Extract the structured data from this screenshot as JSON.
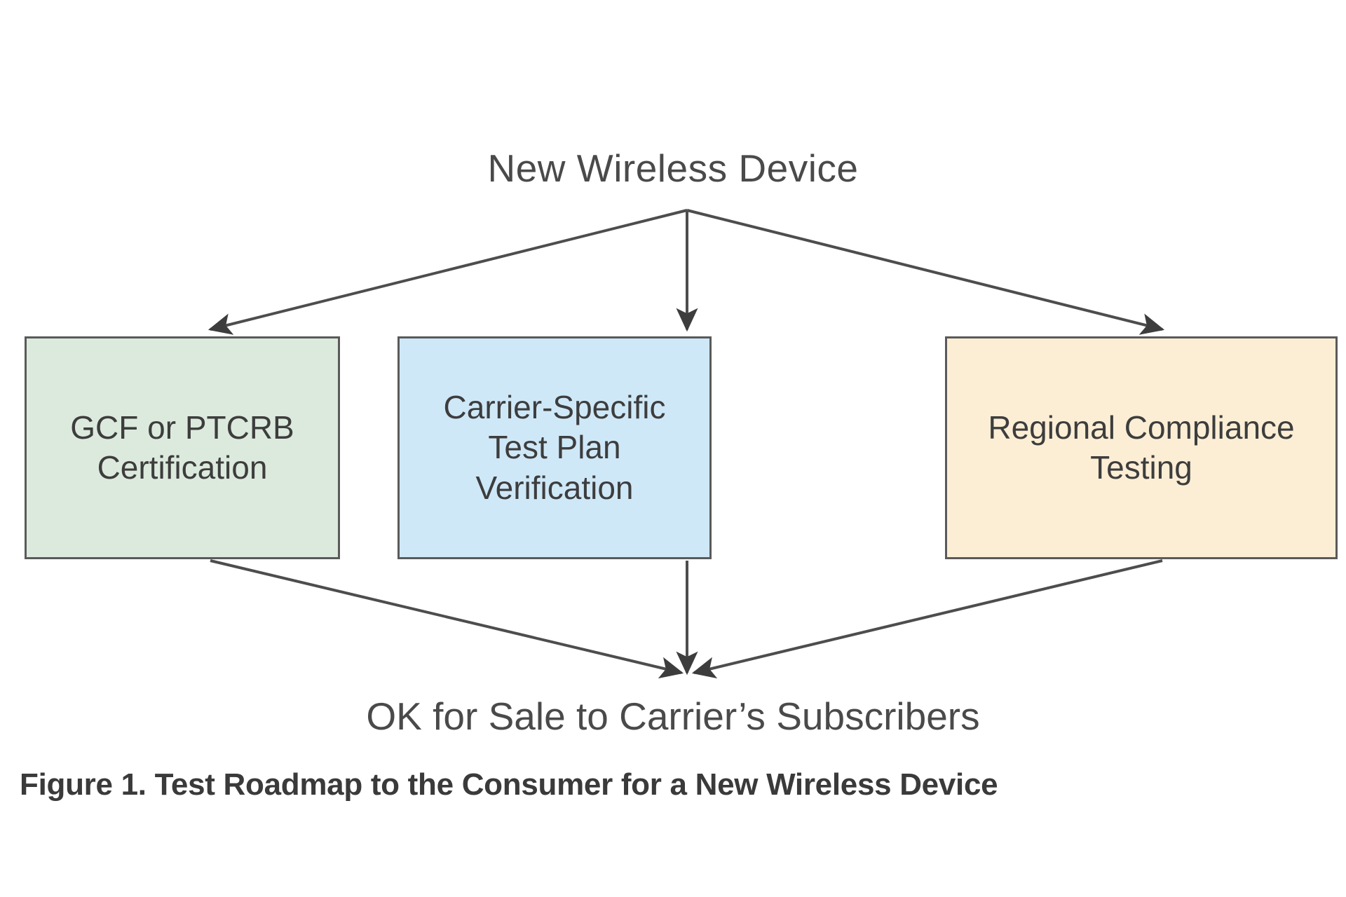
{
  "figure": {
    "caption": "Figure 1. Test Roadmap to the Consumer for a New Wireless Device",
    "background_color": "#ffffff",
    "line_color": "#4d4d4d",
    "text_color": "#404040"
  },
  "diagram": {
    "type": "flowchart",
    "source_node": {
      "id": "new-wireless-device",
      "label": "New Wireless Device",
      "shape": "plain-text"
    },
    "process_nodes": [
      {
        "id": "gcf-ptcrb-certification",
        "label": "GCF or PTCRB\nCertification",
        "shape": "rectangle",
        "fill_color": "#dceadd",
        "border_color": "#5a5a5a"
      },
      {
        "id": "carrier-specific-test-plan-verification",
        "label": "Carrier-Specific\nTest Plan\nVerification",
        "shape": "rectangle",
        "fill_color": "#cfe8f8",
        "border_color": "#5a5a5a"
      },
      {
        "id": "regional-compliance-testing",
        "label": "Regional Compliance\nTesting",
        "shape": "rectangle",
        "fill_color": "#fbeed5",
        "border_color": "#5a5a5a"
      }
    ],
    "target_node": {
      "id": "ok-for-sale",
      "label": "OK for Sale to Carrier’s Subscribers",
      "shape": "plain-text"
    },
    "edges": [
      {
        "from": "new-wireless-device",
        "to": "gcf-ptcrb-certification",
        "arrow": "down-left"
      },
      {
        "from": "new-wireless-device",
        "to": "carrier-specific-test-plan-verification",
        "arrow": "down"
      },
      {
        "from": "new-wireless-device",
        "to": "regional-compliance-testing",
        "arrow": "down-right"
      },
      {
        "from": "gcf-ptcrb-certification",
        "to": "ok-for-sale",
        "arrow": "down-right"
      },
      {
        "from": "carrier-specific-test-plan-verification",
        "to": "ok-for-sale",
        "arrow": "down"
      },
      {
        "from": "regional-compliance-testing",
        "to": "ok-for-sale",
        "arrow": "down-left"
      }
    ]
  }
}
